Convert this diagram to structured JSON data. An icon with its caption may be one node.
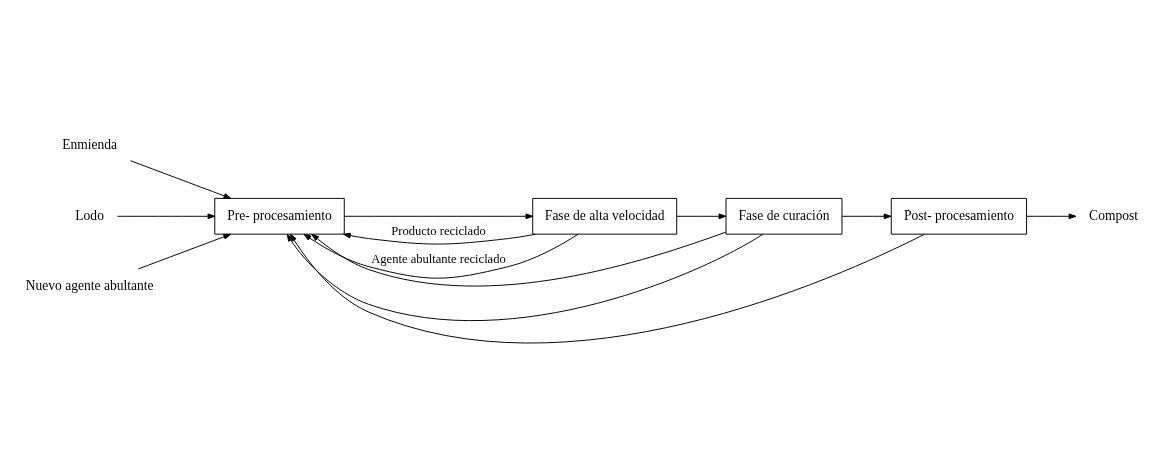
{
  "diagram": {
    "nodes": [
      {
        "text": [
          "Enmienda"
        ]
      },
      {
        "text": [
          "Lodo"
        ]
      },
      {
        "text": [
          "Nuevo agente abultante"
        ]
      },
      {
        "text": [
          "Pre- procesamiento"
        ]
      },
      {
        "text": [
          "Fase de alta velocidad"
        ]
      },
      {
        "text": [
          "Fase de curación"
        ]
      },
      {
        "text": [
          "Post- procesamiento"
        ]
      },
      {
        "text": [
          "Compost"
        ]
      }
    ],
    "edges": [
      {
        "from": 0,
        "to": 3,
        "arrow": "to"
      },
      {
        "from": 1,
        "to": 3,
        "arrow": "to"
      },
      {
        "from": 2,
        "to": 3,
        "arrow": "to"
      },
      {
        "from": 3,
        "to": 4,
        "arrow": "to"
      },
      {
        "from": 4,
        "to": 5,
        "arrow": "to"
      },
      {
        "from": 5,
        "to": 6,
        "arrow": "to"
      },
      {
        "from": 6,
        "to": 7,
        "arrow": "to"
      },
      {
        "from": 4,
        "to": 3,
        "arrow": "to",
        "label": "Producto reciclado"
      },
      {
        "from": 5,
        "to": 3,
        "arrow": "to"
      },
      {
        "from": 6,
        "to": 3,
        "arrow": "to"
      },
      {
        "from": 4,
        "to": 3,
        "arrow": "to",
        "label": "Agente abultante reciclado"
      },
      {
        "from": 5,
        "to": 3,
        "arrow": "to"
      }
    ]
  }
}
